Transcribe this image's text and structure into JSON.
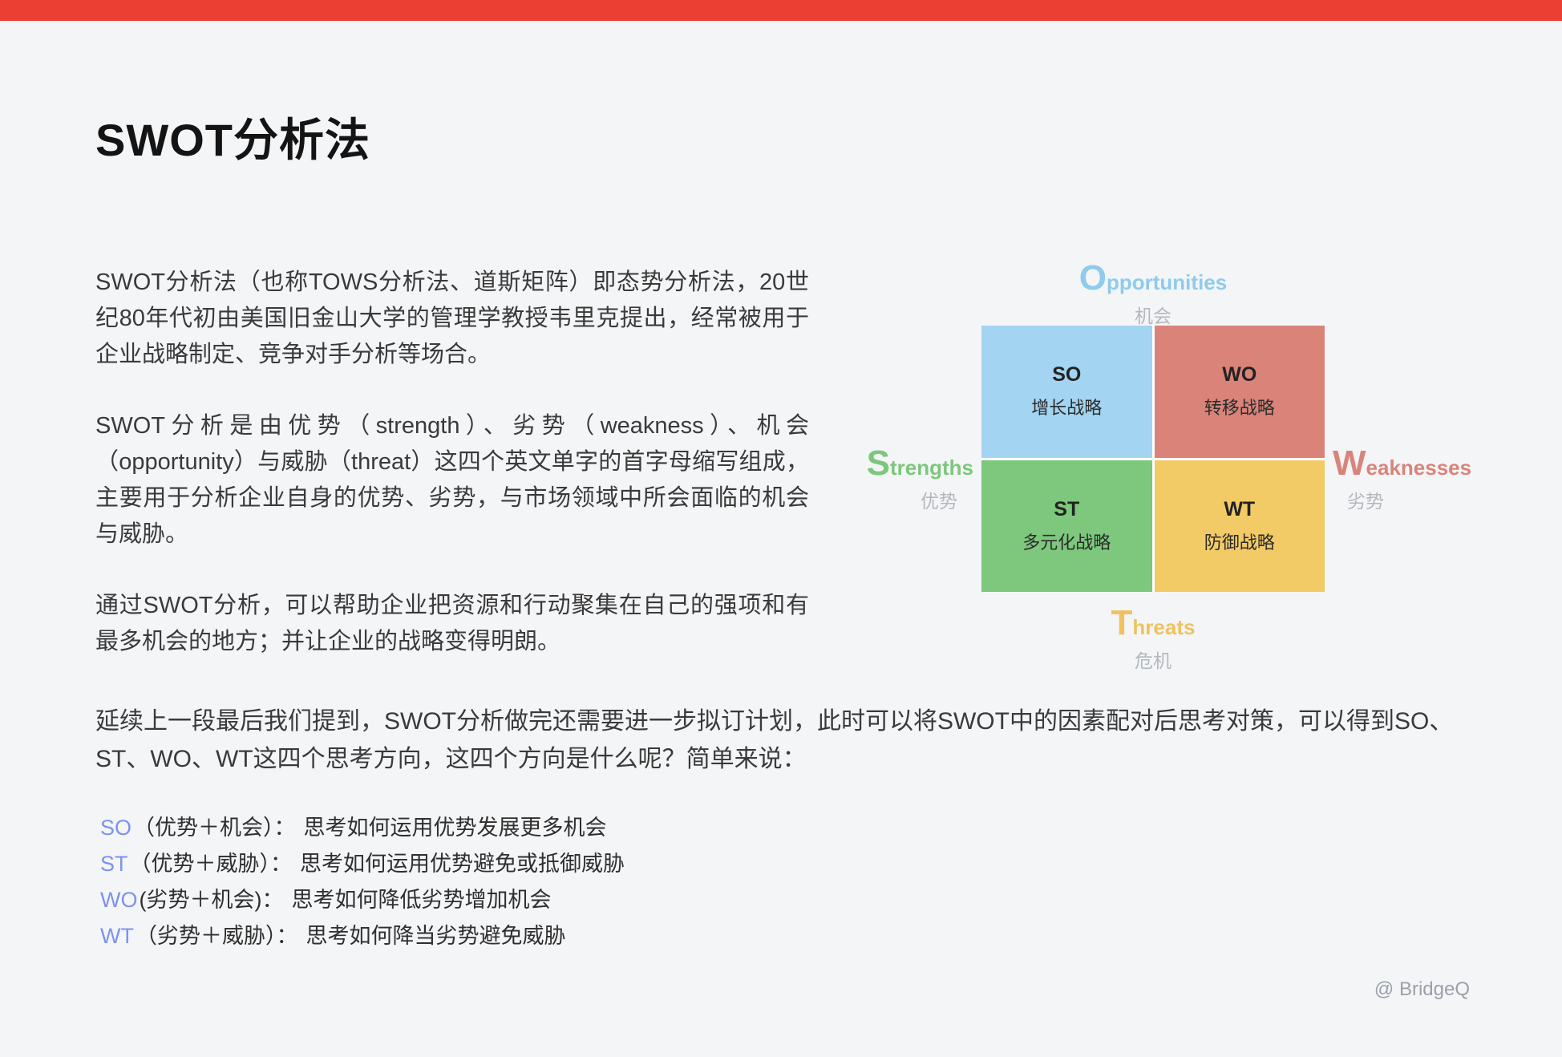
{
  "page": {
    "title": "SWOT分析法",
    "footer": "@ BridgeQ"
  },
  "colors": {
    "top_bar": "#ec3f33",
    "quadrant_so": "#a3d4f1",
    "quadrant_wo": "#d98379",
    "quadrant_st": "#7dc87c",
    "quadrant_wt": "#f2cb66",
    "label_opportunities": "#8ecbec",
    "label_strengths": "#7cc77b",
    "label_weaknesses": "#d9847b",
    "label_threats": "#efc25e",
    "list_code_blue": "#7d92ee",
    "zh_sublabel_gray": "#b3b8bd"
  },
  "intro": [
    "SWOT分析法（也称TOWS分析法、道斯矩阵）即态势分析法，20世纪80年代初由美国旧金山大学的管理学教授韦里克提出，经常被用于企业战略制定、竞争对手分析等场合。",
    "SWOT分析是由优势（strength）、劣势（weakness）、机会（opportunity）与威胁（threat）这四个英文单字的首字母缩写组成，主要用于分析企业自身的优势、劣势，与市场领域中所会面临的机会与威胁。",
    "通过SWOT分析，可以帮助企业把资源和行动聚集在自己的强项和有最多机会的地方；并让企业的战略变得明朗。"
  ],
  "diagram": {
    "top": {
      "initial": "O",
      "rest": "pportunities",
      "zh": "机会"
    },
    "left": {
      "initial": "S",
      "rest": "trengths",
      "zh": "优势"
    },
    "right": {
      "initial": "W",
      "rest": "eaknesses",
      "zh": "劣势"
    },
    "bottom": {
      "initial": "T",
      "rest": "hreats",
      "zh": "危机"
    },
    "quadrants": [
      {
        "code": "SO",
        "strategy": "增长战略"
      },
      {
        "code": "WO",
        "strategy": "转移战略"
      },
      {
        "code": "ST",
        "strategy": "多元化战略"
      },
      {
        "code": "WT",
        "strategy": "防御战略"
      }
    ]
  },
  "closing": "延续上一段最后我们提到，SWOT分析做完还需要进一步拟订计划，此时可以将SWOT中的因素配对后思考对策，可以得到SO、ST、WO、WT这四个思考方向，这四个方向是什么呢？简单来说：",
  "strategies": [
    {
      "code": "SO",
      "pairing": "（优势＋机会）：",
      "desc": "思考如何运用优势发展更多机会"
    },
    {
      "code": "ST",
      "pairing": "（优势＋威胁）：",
      "desc": "思考如何运用优势避免或抵御威胁"
    },
    {
      "code": "WO",
      "pairing": "(劣势＋机会)：",
      "desc": "思考如何降低劣势增加机会"
    },
    {
      "code": "WT",
      "pairing": "（劣势＋威胁）：",
      "desc": "思考如何降当劣势避免威胁"
    }
  ]
}
